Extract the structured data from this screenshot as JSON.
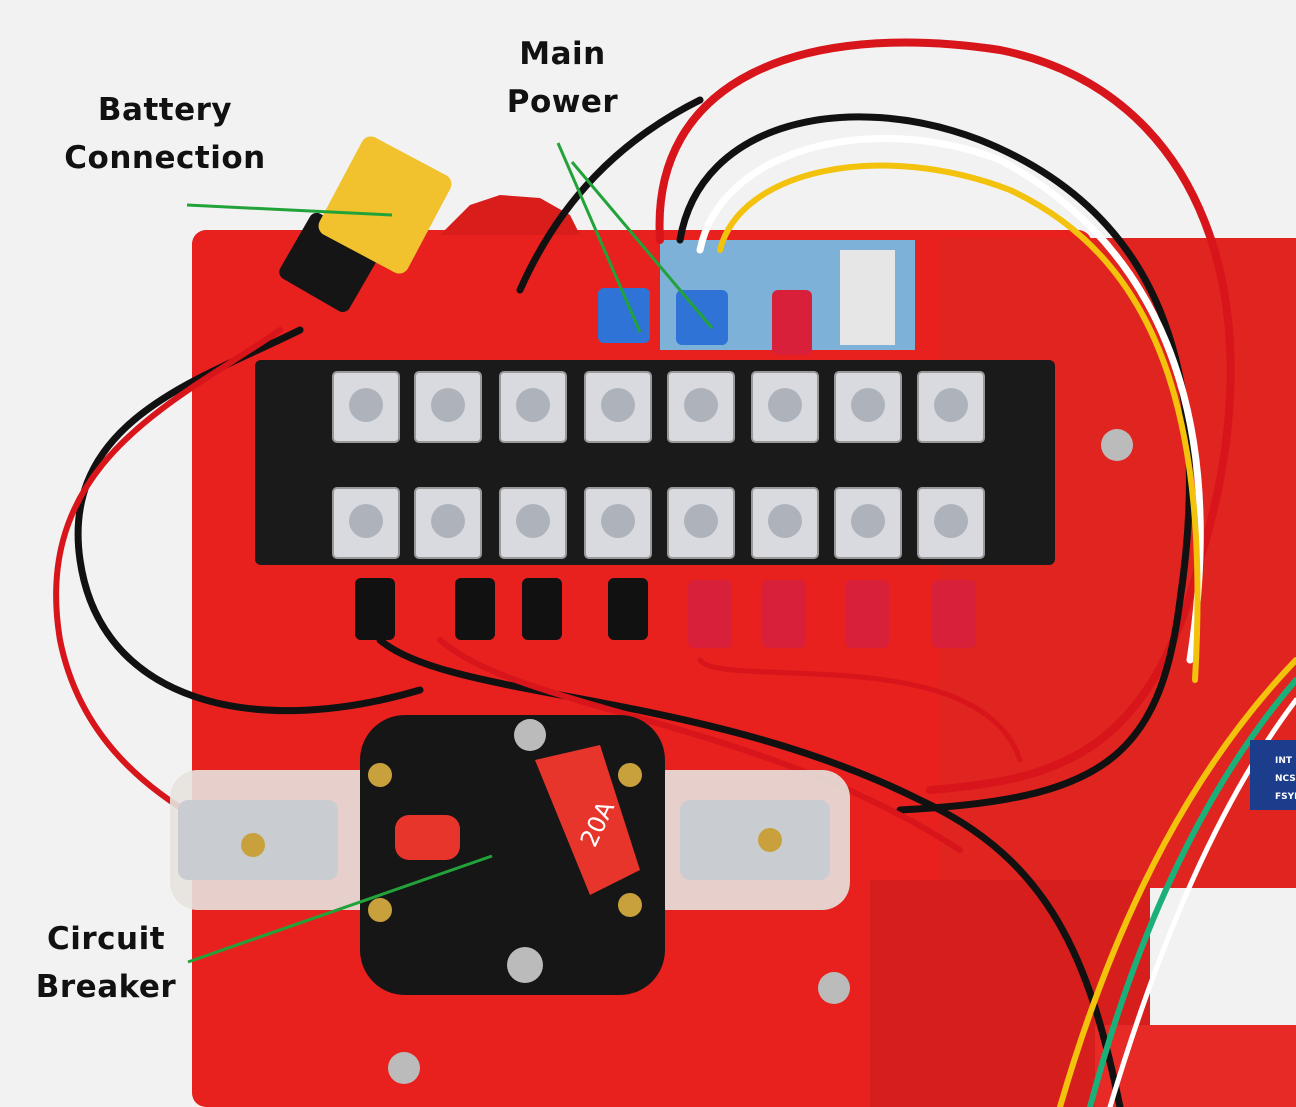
{
  "annotations": {
    "battery": {
      "line1": "Battery",
      "line2": "Connection"
    },
    "main_power": {
      "line1": "Main",
      "line2": "Power"
    },
    "circuit_breaker": {
      "line1": "Circuit",
      "line2": "Breaker"
    }
  },
  "breaker_rating": "20A",
  "board_pins": [
    "INT",
    "NCS",
    "FSYN"
  ],
  "colors": {
    "panel": "#e8211f",
    "annotation_line": "#22a33a",
    "terminal_block": "#1a1a1a"
  }
}
